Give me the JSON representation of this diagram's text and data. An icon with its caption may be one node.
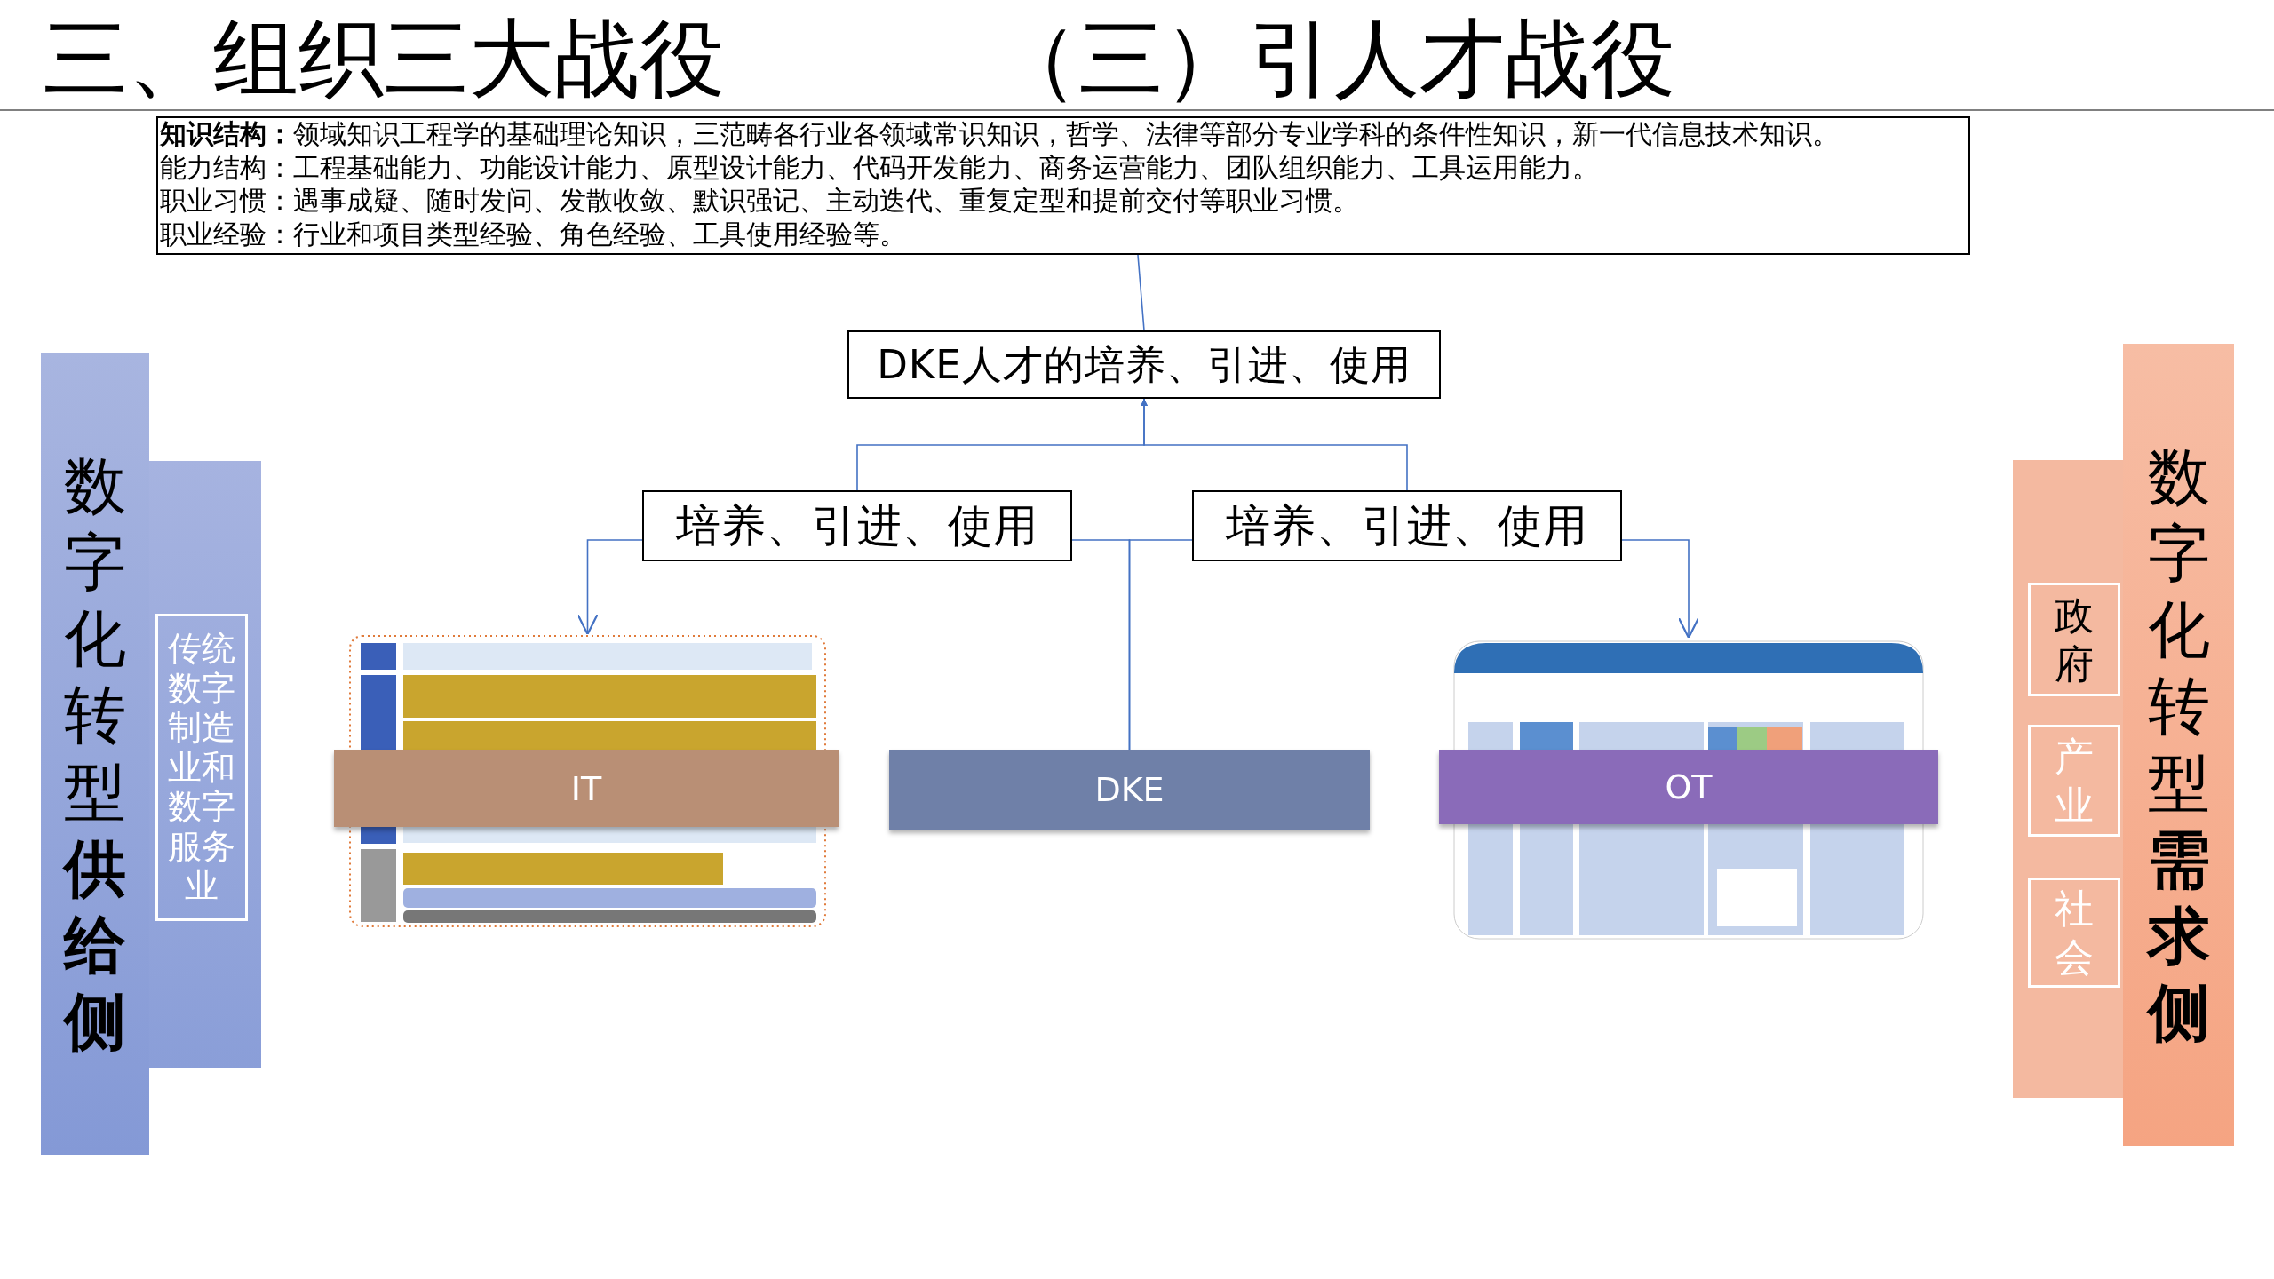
{
  "diagram": {
    "title": "三、组织三大战役",
    "nodes": [
      {
        "text": [
          "**知识结构：**领域知识工程学的基础理论知识，三范畴各行业各领域常识知识，哲学、法律等部分专业学科的条件性知识，新一代信息技术知识。",
          "能力结构：工程基础能力、功能设计能力、原型设计能力、代码开发能力、商务运营能力、团队组织能力、工具运用能力。",
          "职业习惯：遇事成疑、随时发问、发散收敛、默识强记、主动迭代、重复定型和提前交付等职业习惯。",
          "职业经验：行业和项目类型经验、角色经验、工具使用经验等。"
        ]
      },
      {
        "text": [
          "DKE人才的培养、引进、使用"
        ]
      },
      {
        "text": [
          "培养、引进、使用"
        ]
      },
      {
        "text": [
          "培养、引进、使用"
        ]
      },
      {
        "text": [],
        "shape": "picture"
      },
      {
        "text": [
          "IT"
        ]
      },
      {
        "text": [
          "DKE"
        ]
      },
      {
        "text": [],
        "shape": "picture"
      },
      {
        "text": [
          "OT"
        ]
      },
      {
        "text": [
          "数字化转型**供给侧**"
        ]
      },
      {
        "text": [],
        "shape": "bar"
      },
      {
        "text": [
          "传统数字制造业和数字服务业"
        ],
        "in": 10
      },
      {
        "text": [],
        "shape": "bar"
      },
      {
        "text": [
          "政府"
        ],
        "in": 12
      },
      {
        "text": [
          "产业"
        ],
        "in": 12
      },
      {
        "text": [
          "社会"
        ],
        "in": 12
      },
      {
        "text": [
          "数字化转型**需求侧**"
        ]
      }
    ],
    "edges": [
      {
        "from": 0,
        "to": 1,
        "arrow": "none"
      },
      {
        "from": 2,
        "to": 1,
        "arrow": "to"
      },
      {
        "from": 3,
        "to": 1,
        "arrow": "to"
      },
      {
        "from": 2,
        "to": 4,
        "arrow": "to"
      },
      {
        "from": 3,
        "to": 7,
        "arrow": "to"
      },
      {
        "from": 6,
        "to": 2,
        "arrow": "none"
      },
      {
        "from": 6,
        "to": 3,
        "arrow": "none"
      }
    ],
    "labels": [
      "（三）引人才战役"
    ]
  }
}
